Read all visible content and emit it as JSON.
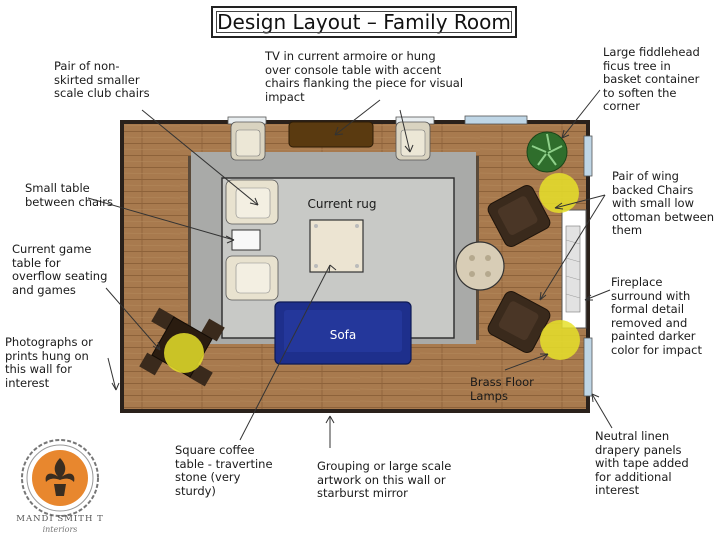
{
  "title": "Design Layout – Family Room",
  "notes": {
    "club_chairs": "Pair of non-\nskirted smaller\nscale club chairs",
    "tv": "TV in current armoire or hung\nover console table with accent\nchairs flanking the piece for visual\nimpact",
    "ficus": "Large fiddlehead\nficus tree in\nbasket container\nto soften the\ncorner",
    "small_table": "Small table\nbetween chairs",
    "current_rug": "Current rug",
    "game_table": "Current game\ntable for\noverflow seating\nand games",
    "wing_chairs": "Pair of wing\nbacked Chairs\nwith small low\nottoman between\nthem",
    "fireplace": "Fireplace\nsurround with\nformal detail\nremoved and\npainted darker\ncolor for impact",
    "photos": "Photographs or\nprints hung on\nthis wall for\ninterest",
    "sofa": "Sofa",
    "lamps": "Brass Floor\nLamps",
    "coffee_table": "Square coffee\ntable - travertine\nstone (very\nsturdy)",
    "artwork": "Grouping or large scale\nartwork on this wall or\nstarburst mirror",
    "drapery": "Neutral linen\ndrapery panels\nwith tape added\nfor additional\ninterest"
  },
  "logo": {
    "name": "MANDI SMITH T",
    "sub": "interiors"
  },
  "colors": {
    "floor": "#a87a4e",
    "wall": "#2a211b",
    "rug": "#a9aaa8",
    "rug_inner": "#c8c9c6",
    "sofa": "#1e2f8c",
    "armoire": "#5a3a10",
    "wing_chair": "#3a2a1c",
    "lamp": "#e6e02a",
    "club_chair": "#e8e2cf",
    "ficus": "#2f6e2c",
    "window": "#bfd6e6",
    "logo_orange": "#e8872e"
  },
  "icons": [
    "ficus-plant-icon",
    "fleur-de-lis-logo-icon"
  ]
}
